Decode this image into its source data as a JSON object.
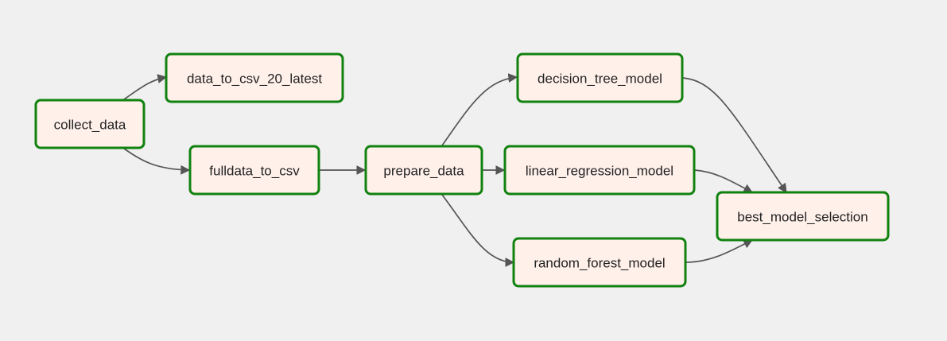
{
  "colors": {
    "background": "#f0f0f0",
    "node_fill": "#fff0ea",
    "node_border_success": "#11820f",
    "edge": "#555555"
  },
  "dag": {
    "tasks": [
      {
        "id": "collect_data",
        "label": "collect_data",
        "state": "success"
      },
      {
        "id": "data_to_csv_20_latest",
        "label": "data_to_csv_20_latest",
        "state": "success"
      },
      {
        "id": "fulldata_to_csv",
        "label": "fulldata_to_csv",
        "state": "success"
      },
      {
        "id": "prepare_data",
        "label": "prepare_data",
        "state": "success"
      },
      {
        "id": "decision_tree_model",
        "label": "decision_tree_model",
        "state": "success"
      },
      {
        "id": "linear_regression_model",
        "label": "linear_regression_model",
        "state": "success"
      },
      {
        "id": "random_forest_model",
        "label": "random_forest_model",
        "state": "success"
      },
      {
        "id": "best_model_selection",
        "label": "best_model_selection",
        "state": "success"
      }
    ],
    "edges": [
      {
        "from": "collect_data",
        "to": "data_to_csv_20_latest"
      },
      {
        "from": "collect_data",
        "to": "fulldata_to_csv"
      },
      {
        "from": "fulldata_to_csv",
        "to": "prepare_data"
      },
      {
        "from": "prepare_data",
        "to": "decision_tree_model"
      },
      {
        "from": "prepare_data",
        "to": "linear_regression_model"
      },
      {
        "from": "prepare_data",
        "to": "random_forest_model"
      },
      {
        "from": "decision_tree_model",
        "to": "best_model_selection"
      },
      {
        "from": "linear_regression_model",
        "to": "best_model_selection"
      },
      {
        "from": "random_forest_model",
        "to": "best_model_selection"
      }
    ]
  }
}
